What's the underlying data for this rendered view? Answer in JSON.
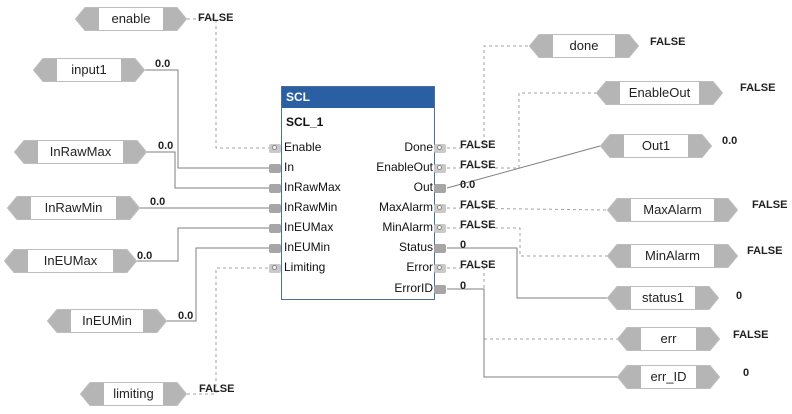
{
  "block": {
    "type": "SCL",
    "name": "SCL_1"
  },
  "inputs": [
    {
      "pin": "Enable",
      "kind": "bool",
      "tag": "enable",
      "value": "FALSE"
    },
    {
      "pin": "In",
      "kind": "num",
      "tag": "input1",
      "value": "0.0"
    },
    {
      "pin": "InRawMax",
      "kind": "num",
      "tag": "InRawMax",
      "value": "0.0"
    },
    {
      "pin": "InRawMin",
      "kind": "num",
      "tag": "InRawMin",
      "value": "0.0"
    },
    {
      "pin": "InEUMax",
      "kind": "num",
      "tag": "InEUMax",
      "value": "0.0"
    },
    {
      "pin": "InEUMin",
      "kind": "num",
      "tag": "InEUMin",
      "value": "0.0"
    },
    {
      "pin": "Limiting",
      "kind": "bool",
      "tag": "limiting",
      "value": "FALSE"
    }
  ],
  "outputs": [
    {
      "pin": "Done",
      "kind": "bool",
      "pin_value": "FALSE",
      "tag": "done",
      "tag_value": "FALSE"
    },
    {
      "pin": "EnableOut",
      "kind": "bool",
      "pin_value": "FALSE",
      "tag": "EnableOut",
      "tag_value": "FALSE"
    },
    {
      "pin": "Out",
      "kind": "num",
      "pin_value": "0.0",
      "tag": "Out1",
      "tag_value": "0.0"
    },
    {
      "pin": "MaxAlarm",
      "kind": "bool",
      "pin_value": "FALSE",
      "tag": "MaxAlarm",
      "tag_value": "FALSE"
    },
    {
      "pin": "MinAlarm",
      "kind": "bool",
      "pin_value": "FALSE",
      "tag": "MinAlarm",
      "tag_value": "FALSE"
    },
    {
      "pin": "Status",
      "kind": "num",
      "pin_value": "0",
      "tag": "status1",
      "tag_value": "0"
    },
    {
      "pin": "Error",
      "kind": "bool",
      "pin_value": "FALSE",
      "tag": "err",
      "tag_value": "FALSE"
    },
    {
      "pin": "ErrorID",
      "kind": "num",
      "pin_value": "0",
      "tag": "err_ID",
      "tag_value": "0"
    }
  ],
  "colors": {
    "header": "#2a5fa3",
    "tag_fill": "#ffffff",
    "tag_cap": "#b5b5b5",
    "wire_bool": "#a3a3a3",
    "wire_num": "#7f7f7f"
  }
}
